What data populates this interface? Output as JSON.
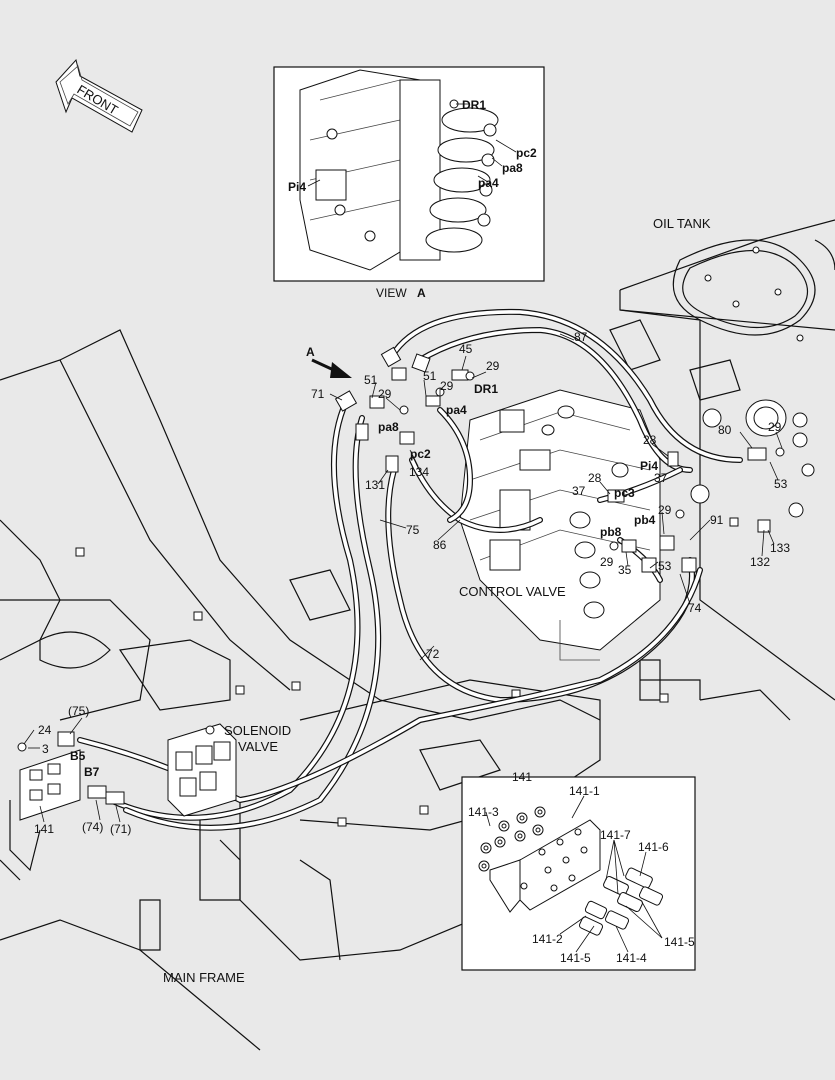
{
  "labels": {
    "front": "FRONT",
    "view_a": "VIEW",
    "view_a_letter": "A",
    "oil_tank": "OIL TANK",
    "control_valve": "CONTROL VALVE",
    "solenoid_valve_1": "SOLENOID",
    "solenoid_valve_2": "VALVE",
    "main_frame": "MAIN FRAME",
    "arrow_a": "A"
  },
  "view_a_ports": {
    "dr1": "DR1",
    "pc2": "pc2",
    "pa8": "pa8",
    "pa4": "pa4",
    "pi4": "Pi4"
  },
  "main_ports": {
    "dr1": "DR1",
    "pa4": "pa4",
    "pa8": "pa8",
    "pc2": "pc2",
    "pi4": "Pi4",
    "pc3": "pc3",
    "pb4": "pb4",
    "pb8": "pb8",
    "b7": "B7",
    "b5": "B5"
  },
  "part_numbers": {
    "n87": "87",
    "n45": "45",
    "n29a": "29",
    "n29b": "29",
    "n29c": "29",
    "n29d": "29",
    "n29e": "29",
    "n29f": "29",
    "n51a": "51",
    "n51b": "51",
    "n71": "71",
    "n134": "134",
    "n131": "131",
    "n75": "75",
    "n86": "86",
    "n72": "72",
    "n28a": "28",
    "n28b": "28",
    "n37a": "37",
    "n37b": "37",
    "n80": "80",
    "n53a": "53",
    "n53b": "53",
    "n91": "91",
    "n35": "35",
    "n74": "74",
    "n132": "132",
    "n133": "133",
    "n24": "24",
    "n3": "3",
    "n75p": "(75)",
    "n74p": "(74)",
    "n71p": "(71)",
    "n141": "141"
  },
  "inset_141": {
    "title": "141",
    "p1411": "141-1",
    "p1413": "141-3",
    "p1417": "141-7",
    "p1416": "141-6",
    "p1412": "141-2",
    "p1415a": "141-5",
    "p1414": "141-4",
    "p1415b": "141-5"
  }
}
